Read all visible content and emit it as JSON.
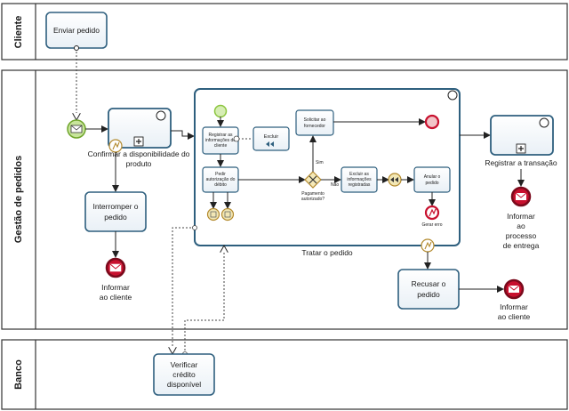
{
  "lanes": {
    "cliente": "Cliente",
    "gestao": "Gestão de pedidos",
    "banco": "Banco"
  },
  "tasks": {
    "enviar_pedido": "Enviar pedido",
    "confirmar": [
      "Confirmar a disponibilidade do",
      "produto"
    ],
    "interromper": [
      "Interromper o",
      "pedido"
    ],
    "registrar_transacao": "Registrar a transação",
    "recusar": [
      "Recusar o",
      "pedido"
    ],
    "verificar": [
      "Verificar",
      "crédito",
      "disponível"
    ],
    "subprocess_label": "Tratar o pedido"
  },
  "sub_tasks": {
    "registrar_info": [
      "Registrar as",
      "informações do",
      "cliente"
    ],
    "excluir": "Excluir",
    "pedir_autorizacao": [
      "Pedir",
      "autorização do",
      "débito"
    ],
    "solicitar": [
      "Solicitar ao",
      "fornecedor"
    ],
    "excluir_info": [
      "Excluir as",
      "informações",
      "registradas"
    ],
    "anular": [
      "Anular o",
      "pedido"
    ]
  },
  "gateway": {
    "label": [
      "Pagamento",
      "autorizado?"
    ],
    "sim": "Sim",
    "nao": "Não"
  },
  "events": {
    "informar_cliente_left": [
      "Informar",
      "ao cliente"
    ],
    "informar_cliente_right": [
      "Informar",
      "ao cliente"
    ],
    "informar_processo": [
      "Informar",
      "ao",
      "processo",
      "de entrega"
    ],
    "gerar_erro": "Gerar erro"
  },
  "colors": {
    "task_stroke": "#2e5f7e",
    "start_event": "#8cc63f",
    "end_event": "#c8102e",
    "lane_border": "#333333"
  }
}
